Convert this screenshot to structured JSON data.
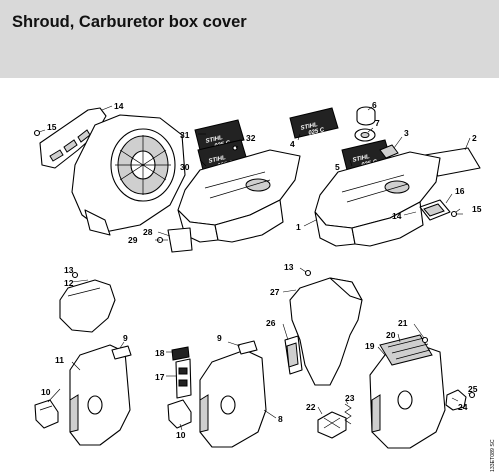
{
  "title": "Shroud, Carburetor box cover",
  "diagram_code": "133ET089 SC",
  "decal": {
    "brand": "STIHL",
    "model": "025 C"
  },
  "callouts": [
    "1",
    "2",
    "3",
    "4",
    "5",
    "6",
    "7",
    "8",
    "9",
    "10",
    "11",
    "12",
    "13",
    "14",
    "15",
    "16",
    "17",
    "18",
    "19",
    "20",
    "21",
    "22",
    "23",
    "24",
    "25",
    "26",
    "27",
    "28",
    "29",
    "30",
    "31",
    "32"
  ]
}
